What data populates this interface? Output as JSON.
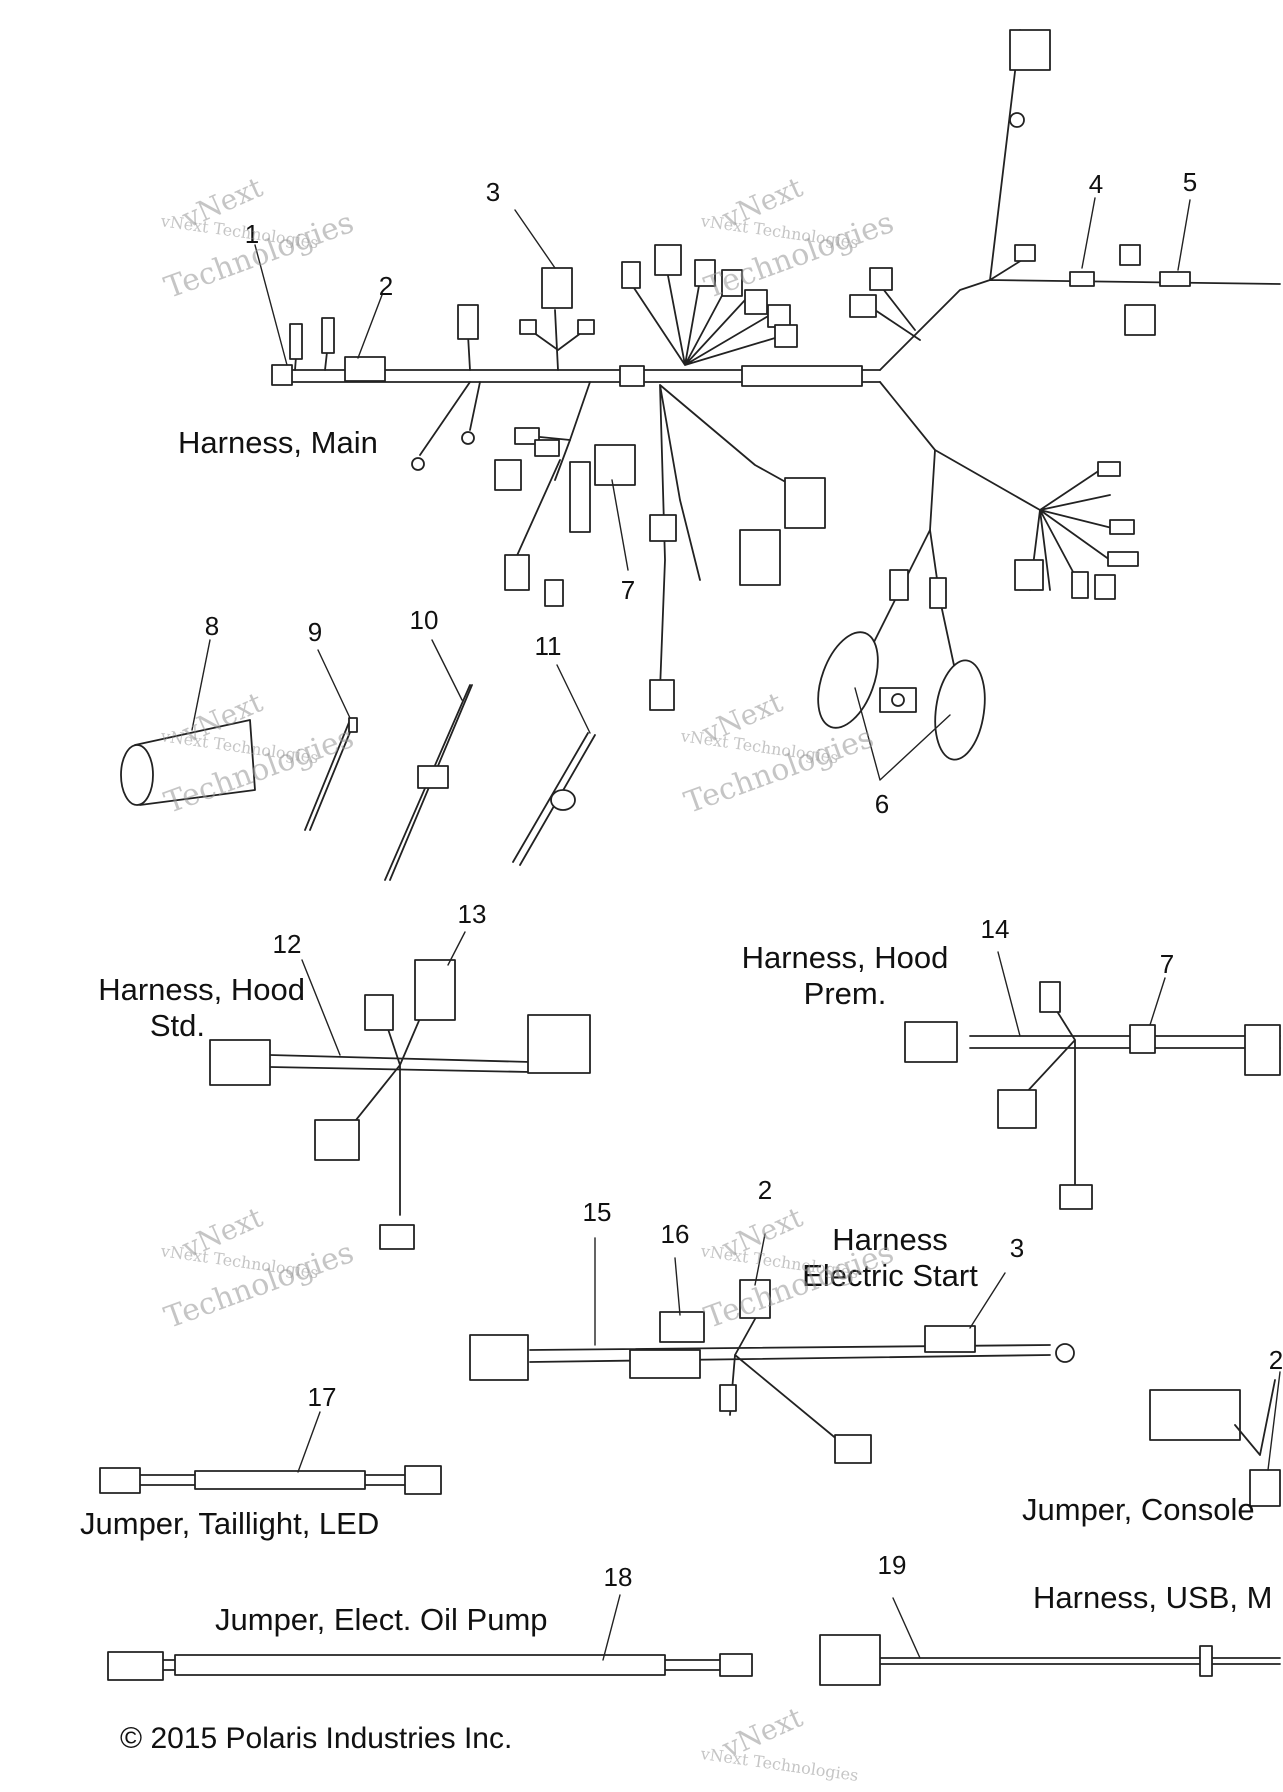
{
  "labels": {
    "harness_main": "Harness, Main",
    "harness_hood_std_line1": "Harness, Hood",
    "harness_hood_std_line2": "Std.",
    "harness_hood_prem_line1": "Harness, Hood",
    "harness_hood_prem_line2": "Prem.",
    "harness_electric_start_line1": "Harness",
    "harness_electric_start_line2": "Electric Start",
    "jumper_taillight": "Jumper, Taillight, LED",
    "jumper_console": "Jumper, Console",
    "jumper_oil_pump": "Jumper, Elect. Oil Pump",
    "harness_usb": "Harness, USB, M"
  },
  "callouts": {
    "c1": "1",
    "c2": "2",
    "c3": "3",
    "c4": "4",
    "c5": "5",
    "c6": "6",
    "c7": "7",
    "c8": "8",
    "c9": "9",
    "c10": "10",
    "c11": "11",
    "c12": "12",
    "c13": "13",
    "c14": "14",
    "c7b": "7",
    "c15": "15",
    "c16": "16",
    "c2b": "2",
    "c3b": "3",
    "c17": "17",
    "c18": "18",
    "c19": "19",
    "c2c": "2"
  },
  "copyright": "© 2015 Polaris Industries Inc.",
  "watermark": {
    "line_a": "vNext",
    "line_b": "vNext Technologies",
    "line_c": "Technologies"
  }
}
